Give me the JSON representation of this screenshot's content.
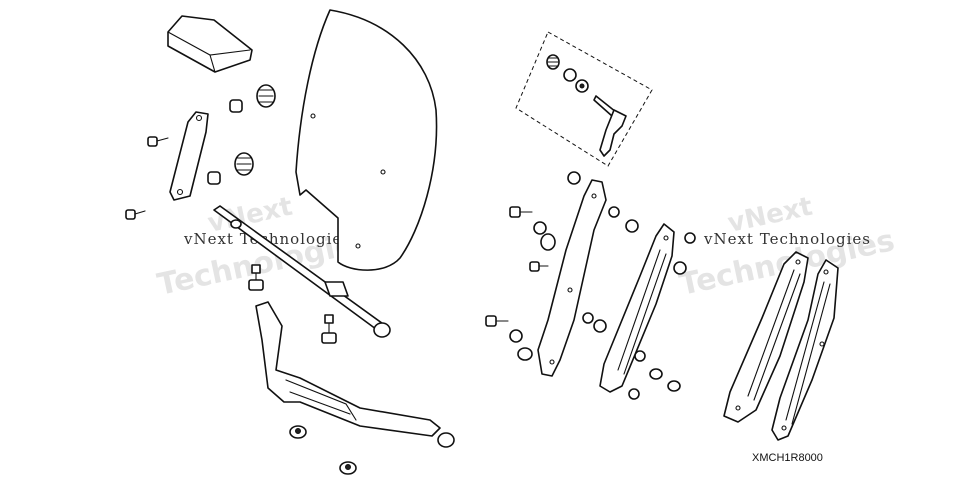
{
  "diagram": {
    "watermark": {
      "line1": "vNext",
      "line2": "Technologies",
      "full": "vNext Technologies"
    },
    "diagram_code": "XMCH1R8000"
  }
}
